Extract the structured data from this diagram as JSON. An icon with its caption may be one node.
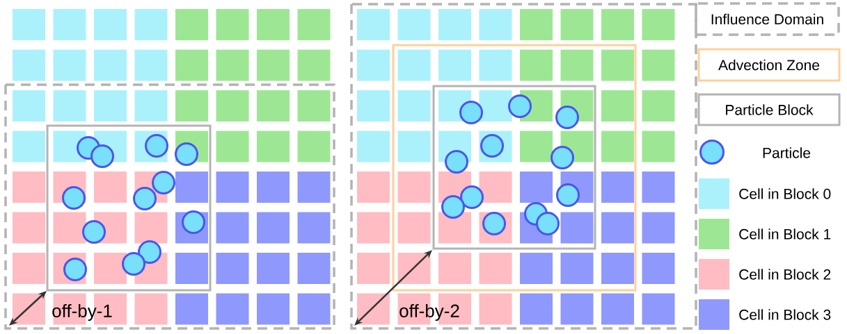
{
  "diagram": {
    "labels": [
      "off-by-1",
      "off-by-2"
    ],
    "legend": [
      {
        "text": "Influence Domain"
      },
      {
        "text": "Advection Zone"
      },
      {
        "text": "Particle Block"
      },
      {
        "text": "Particle"
      },
      {
        "text": "Cell in Block 0",
        "color": "#abf1fc"
      },
      {
        "text": "Cell in Block 1",
        "color": "#9de794"
      },
      {
        "text": "Cell in Block 2",
        "color": "#ffbcc2"
      },
      {
        "text": "Cell in Block 3",
        "color": "#8f98fc"
      }
    ]
  }
}
